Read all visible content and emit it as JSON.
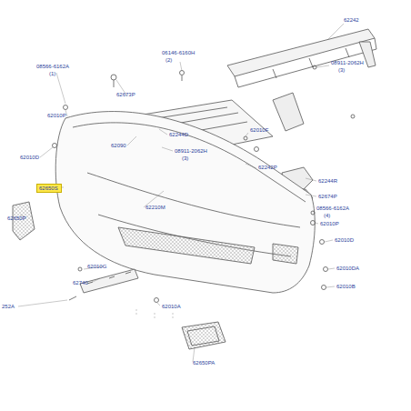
{
  "diagram": {
    "nodes": [
      {
        "text": [
          "62650S"
        ]
      }
    ],
    "labels": [
      "08566-6162A",
      "(1)",
      "62673P",
      "06146-6160H",
      "(2)",
      "62242",
      "08911-2062H",
      "(3)",
      "62010P",
      "62244D",
      "62090",
      "62010F",
      "08911-2062H",
      "(3)",
      "62242P",
      "62010D",
      "62210M",
      "62244R",
      "62674P",
      "08566-6162A",
      "(4)",
      "62010P",
      "62650P",
      "62010D",
      "62010DA",
      "62010G",
      "62740",
      "62010B",
      "62010A",
      "252A",
      "62650PA"
    ]
  }
}
